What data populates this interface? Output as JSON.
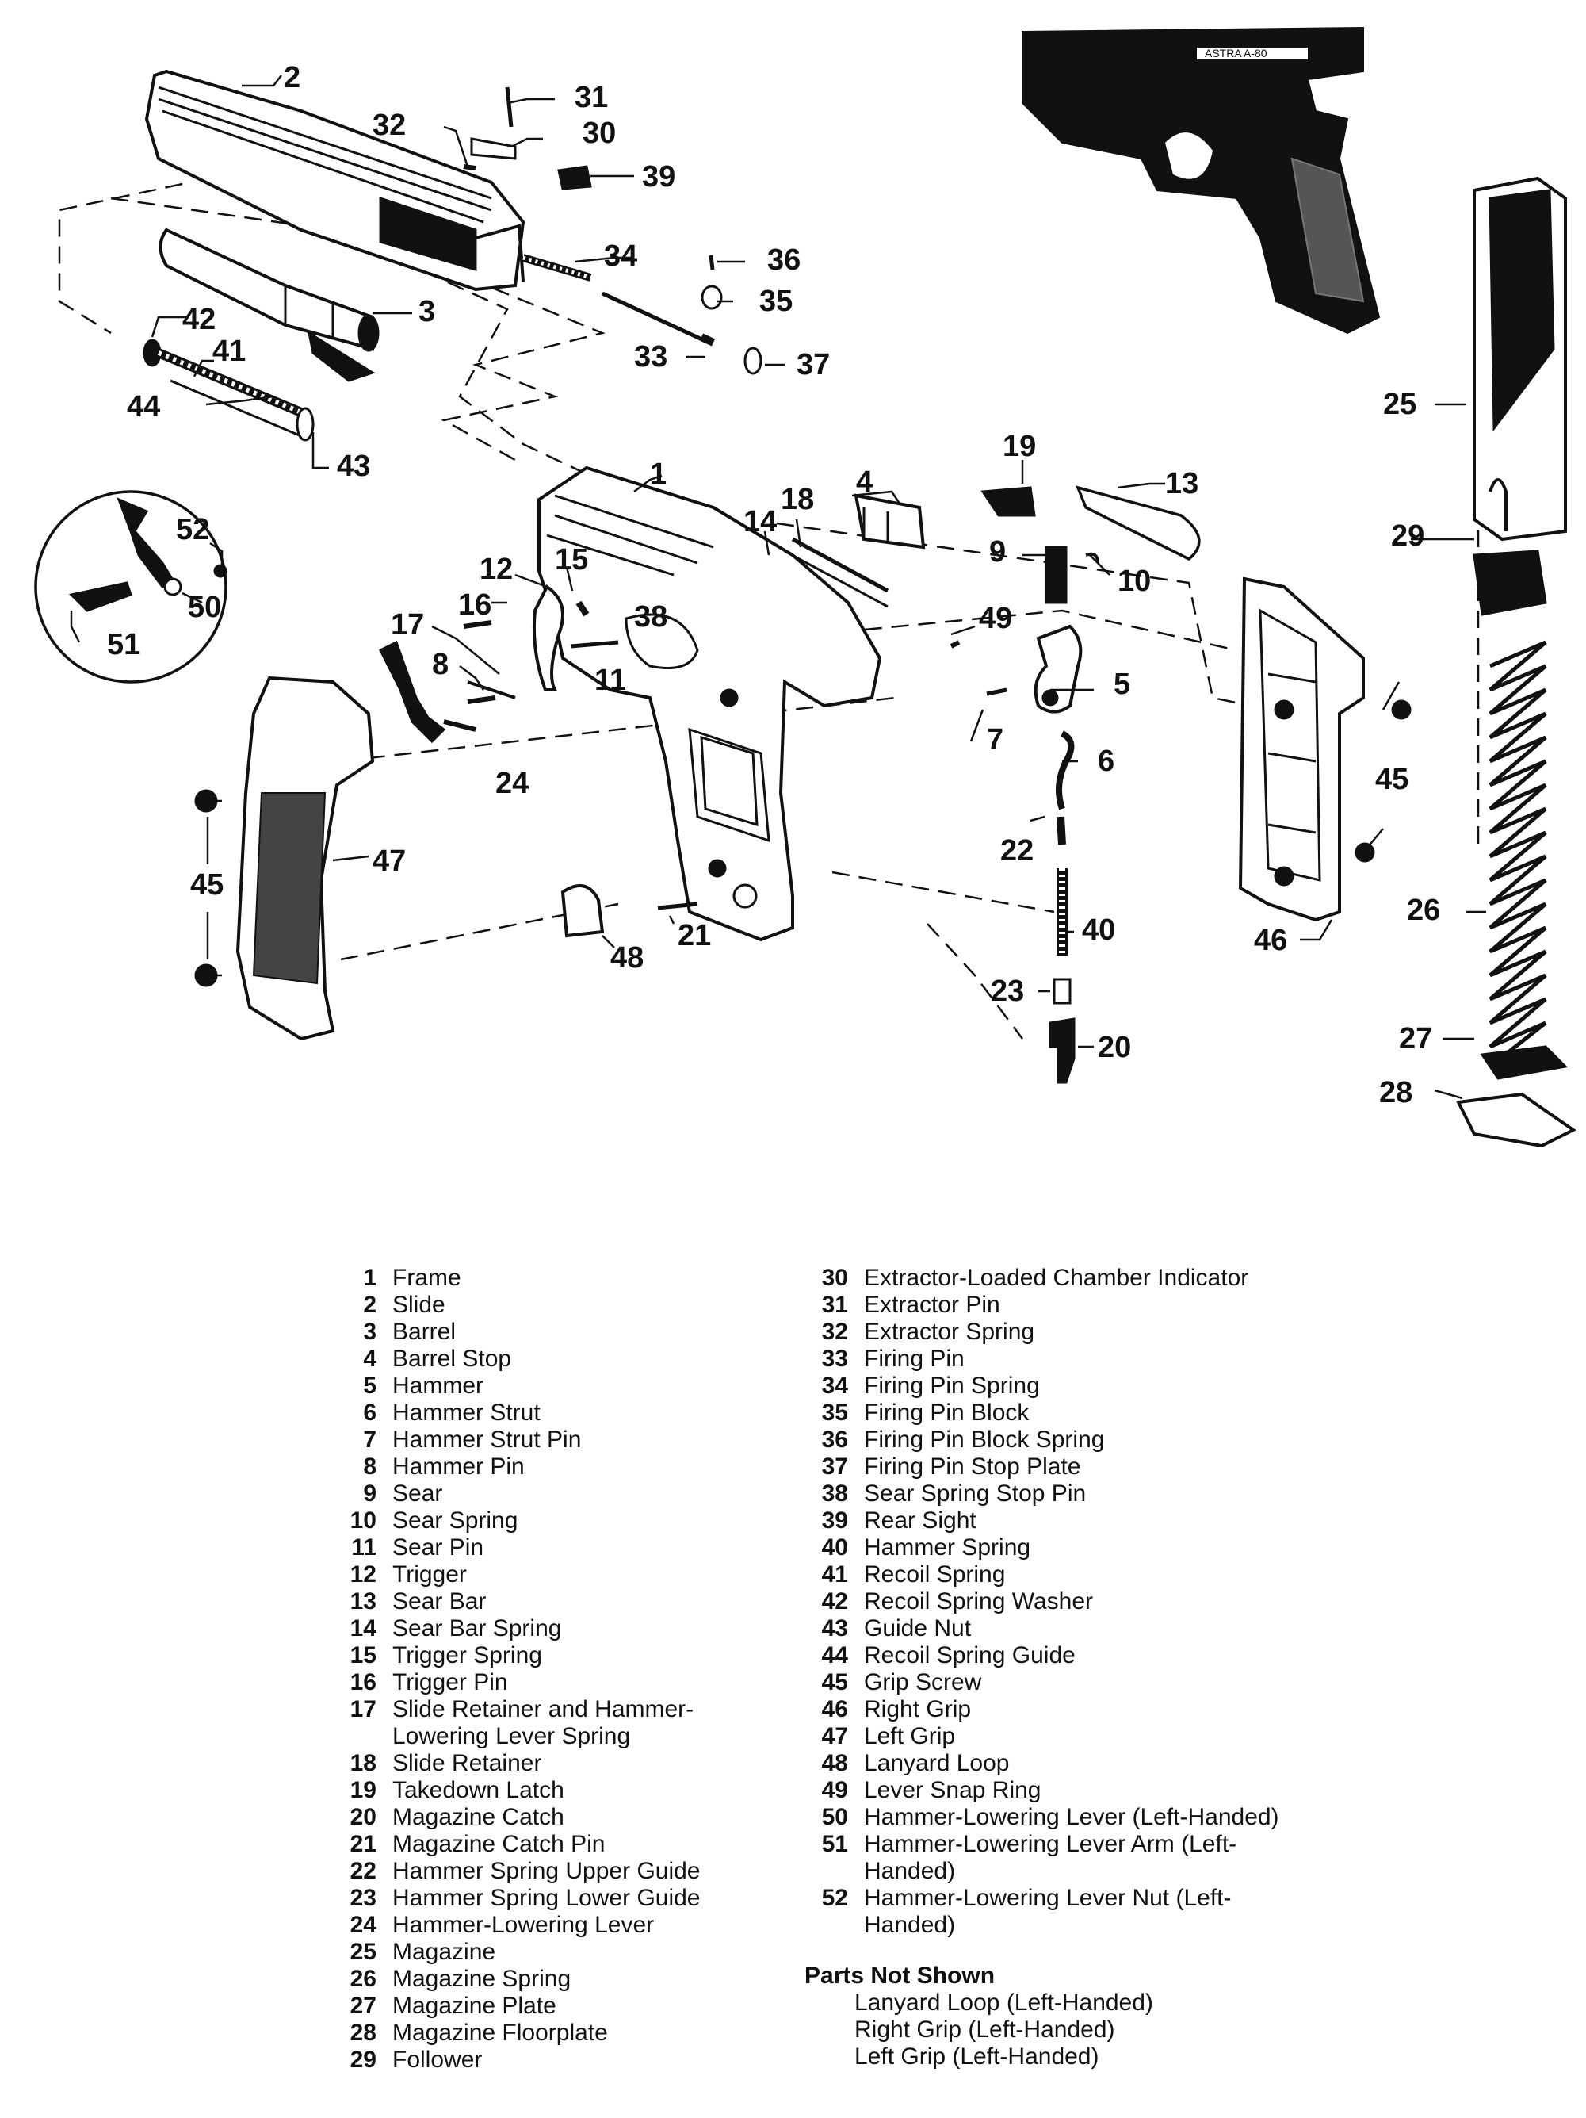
{
  "callouts": [
    {
      "id": "c2",
      "text": "2"
    },
    {
      "id": "c31",
      "text": "31"
    },
    {
      "id": "c30",
      "text": "30"
    },
    {
      "id": "c32",
      "text": "32"
    },
    {
      "id": "c39",
      "text": "39"
    },
    {
      "id": "c34",
      "text": "34"
    },
    {
      "id": "c36",
      "text": "36"
    },
    {
      "id": "c35",
      "text": "35"
    },
    {
      "id": "c3",
      "text": "3"
    },
    {
      "id": "c42",
      "text": "42"
    },
    {
      "id": "c41",
      "text": "41"
    },
    {
      "id": "c33",
      "text": "33"
    },
    {
      "id": "c37",
      "text": "37"
    },
    {
      "id": "c44",
      "text": "44"
    },
    {
      "id": "c43",
      "text": "43"
    },
    {
      "id": "c25",
      "text": "25"
    },
    {
      "id": "c1",
      "text": "1"
    },
    {
      "id": "c19",
      "text": "19"
    },
    {
      "id": "c13",
      "text": "13"
    },
    {
      "id": "c4",
      "text": "4"
    },
    {
      "id": "c18",
      "text": "18"
    },
    {
      "id": "c14",
      "text": "14"
    },
    {
      "id": "c52",
      "text": "52"
    },
    {
      "id": "c29",
      "text": "29"
    },
    {
      "id": "c9",
      "text": "9"
    },
    {
      "id": "c10",
      "text": "10"
    },
    {
      "id": "c12",
      "text": "12"
    },
    {
      "id": "c15",
      "text": "15"
    },
    {
      "id": "c50",
      "text": "50"
    },
    {
      "id": "c16",
      "text": "16"
    },
    {
      "id": "c38",
      "text": "38"
    },
    {
      "id": "c49",
      "text": "49"
    },
    {
      "id": "c51",
      "text": "51"
    },
    {
      "id": "c17",
      "text": "17"
    },
    {
      "id": "c8",
      "text": "8"
    },
    {
      "id": "c11",
      "text": "11"
    },
    {
      "id": "c5",
      "text": "5"
    },
    {
      "id": "c7",
      "text": "7"
    },
    {
      "id": "c6",
      "text": "6"
    },
    {
      "id": "c24",
      "text": "24"
    },
    {
      "id": "c45a",
      "text": "45"
    },
    {
      "id": "c45b",
      "text": "45"
    },
    {
      "id": "c47",
      "text": "47"
    },
    {
      "id": "c22",
      "text": "22"
    },
    {
      "id": "c26",
      "text": "26"
    },
    {
      "id": "c40",
      "text": "40"
    },
    {
      "id": "c48",
      "text": "48"
    },
    {
      "id": "c21",
      "text": "21"
    },
    {
      "id": "c46",
      "text": "46"
    },
    {
      "id": "c23",
      "text": "23"
    },
    {
      "id": "c20",
      "text": "20"
    },
    {
      "id": "c27",
      "text": "27"
    },
    {
      "id": "c28",
      "text": "28"
    }
  ],
  "legend_left": [
    {
      "num": "1",
      "name": "Frame"
    },
    {
      "num": "2",
      "name": "Slide"
    },
    {
      "num": "3",
      "name": "Barrel"
    },
    {
      "num": "4",
      "name": "Barrel Stop"
    },
    {
      "num": "5",
      "name": "Hammer"
    },
    {
      "num": "6",
      "name": "Hammer Strut"
    },
    {
      "num": "7",
      "name": "Hammer Strut Pin"
    },
    {
      "num": "8",
      "name": "Hammer Pin"
    },
    {
      "num": "9",
      "name": "Sear"
    },
    {
      "num": "10",
      "name": "Sear Spring"
    },
    {
      "num": "11",
      "name": "Sear Pin"
    },
    {
      "num": "12",
      "name": "Trigger"
    },
    {
      "num": "13",
      "name": "Sear Bar"
    },
    {
      "num": "14",
      "name": "Sear Bar Spring"
    },
    {
      "num": "15",
      "name": "Trigger Spring"
    },
    {
      "num": "16",
      "name": "Trigger Pin"
    },
    {
      "num": "17",
      "name": "Slide Retainer and Hammer-Lowering Lever Spring"
    },
    {
      "num": "18",
      "name": "Slide Retainer"
    },
    {
      "num": "19",
      "name": "Takedown Latch"
    },
    {
      "num": "20",
      "name": "Magazine Catch"
    },
    {
      "num": "21",
      "name": "Magazine Catch Pin"
    },
    {
      "num": "22",
      "name": "Hammer Spring Upper Guide"
    },
    {
      "num": "23",
      "name": "Hammer Spring Lower Guide"
    },
    {
      "num": "24",
      "name": "Hammer-Lowering Lever"
    },
    {
      "num": "25",
      "name": "Magazine"
    },
    {
      "num": "26",
      "name": "Magazine Spring"
    },
    {
      "num": "27",
      "name": "Magazine Plate"
    },
    {
      "num": "28",
      "name": "Magazine Floorplate"
    },
    {
      "num": "29",
      "name": "Follower"
    }
  ],
  "legend_right": [
    {
      "num": "30",
      "name": "Extractor-Loaded Chamber Indicator"
    },
    {
      "num": "31",
      "name": "Extractor Pin"
    },
    {
      "num": "32",
      "name": "Extractor Spring"
    },
    {
      "num": "33",
      "name": "Firing Pin"
    },
    {
      "num": "34",
      "name": "Firing Pin Spring"
    },
    {
      "num": "35",
      "name": "Firing Pin Block"
    },
    {
      "num": "36",
      "name": "Firing Pin Block Spring"
    },
    {
      "num": "37",
      "name": "Firing Pin Stop Plate"
    },
    {
      "num": "38",
      "name": "Sear Spring Stop Pin"
    },
    {
      "num": "39",
      "name": "Rear Sight"
    },
    {
      "num": "40",
      "name": "Hammer Spring"
    },
    {
      "num": "41",
      "name": "Recoil Spring"
    },
    {
      "num": "42",
      "name": "Recoil Spring Washer"
    },
    {
      "num": "43",
      "name": "Guide Nut"
    },
    {
      "num": "44",
      "name": "Recoil Spring Guide"
    },
    {
      "num": "45",
      "name": "Grip Screw"
    },
    {
      "num": "46",
      "name": "Right Grip"
    },
    {
      "num": "47",
      "name": "Left Grip"
    },
    {
      "num": "48",
      "name": "Lanyard Loop"
    },
    {
      "num": "49",
      "name": "Lever Snap Ring"
    },
    {
      "num": "50",
      "name": "Hammer-Lowering Lever (Left-Handed)"
    },
    {
      "num": "51",
      "name": "Hammer-Lowering Lever Arm (Left-Handed)"
    },
    {
      "num": "52",
      "name": "Hammer-Lowering Lever Nut (Left-Handed)"
    }
  ],
  "not_shown": {
    "heading": "Parts Not Shown",
    "items": [
      "Lanyard Loop (Left-Handed)",
      "Right Grip (Left-Handed)",
      "Left Grip (Left-Handed)"
    ]
  },
  "photo": {
    "engraving": "ASTRA A-80"
  }
}
